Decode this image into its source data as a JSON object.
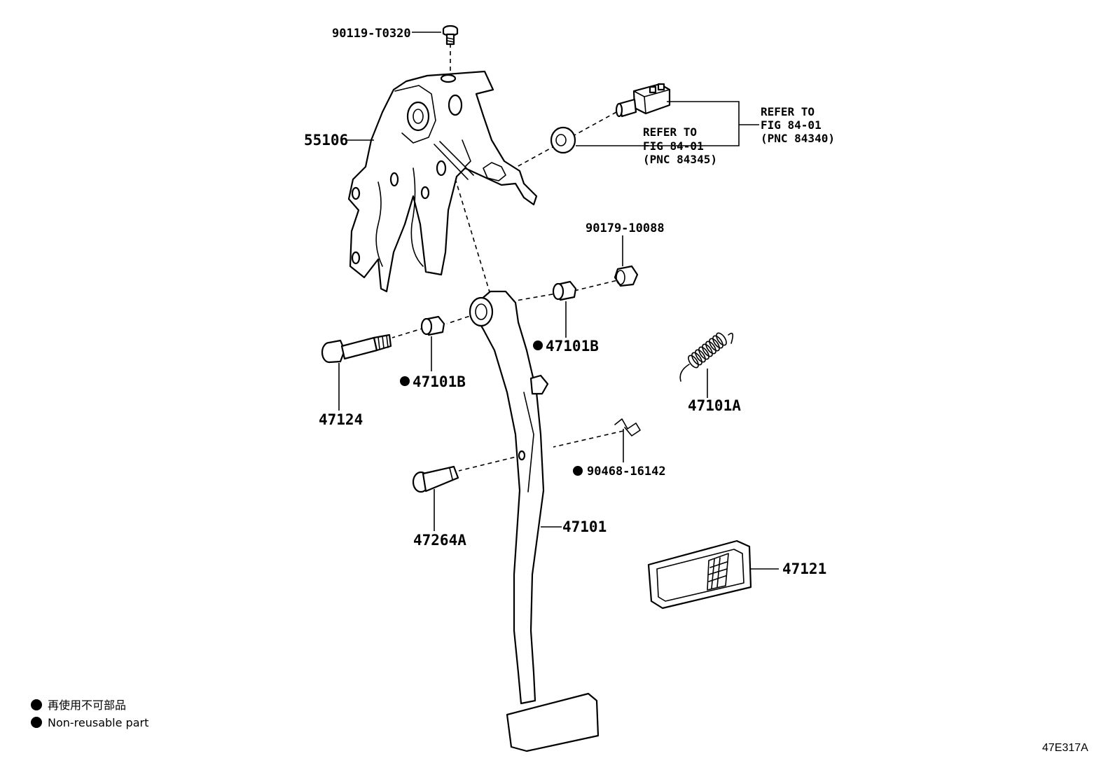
{
  "labels": {
    "bolt_top": "90119-T0320",
    "bracket": "55106",
    "refer_a_line1": "REFER TO",
    "refer_a_line2": "FIG 84-01",
    "refer_a_line3": "(PNC 84345)",
    "refer_b_line1": "REFER TO",
    "refer_b_line2": "FIG 84-01",
    "refer_b_line3": "(PNC 84340)",
    "cushion": "90179-10088",
    "bush_right": "47101B",
    "bush_left": "47101B",
    "pivot_bolt": "47124",
    "spring": "47101A",
    "clip": "90468-16142",
    "pin": "47264A",
    "pedal_arm": "47101",
    "pad": "47121"
  },
  "legend": {
    "line_jp": "再使用不可部品",
    "line_en": "Non-reusable part"
  },
  "figure_code": "47E317A"
}
